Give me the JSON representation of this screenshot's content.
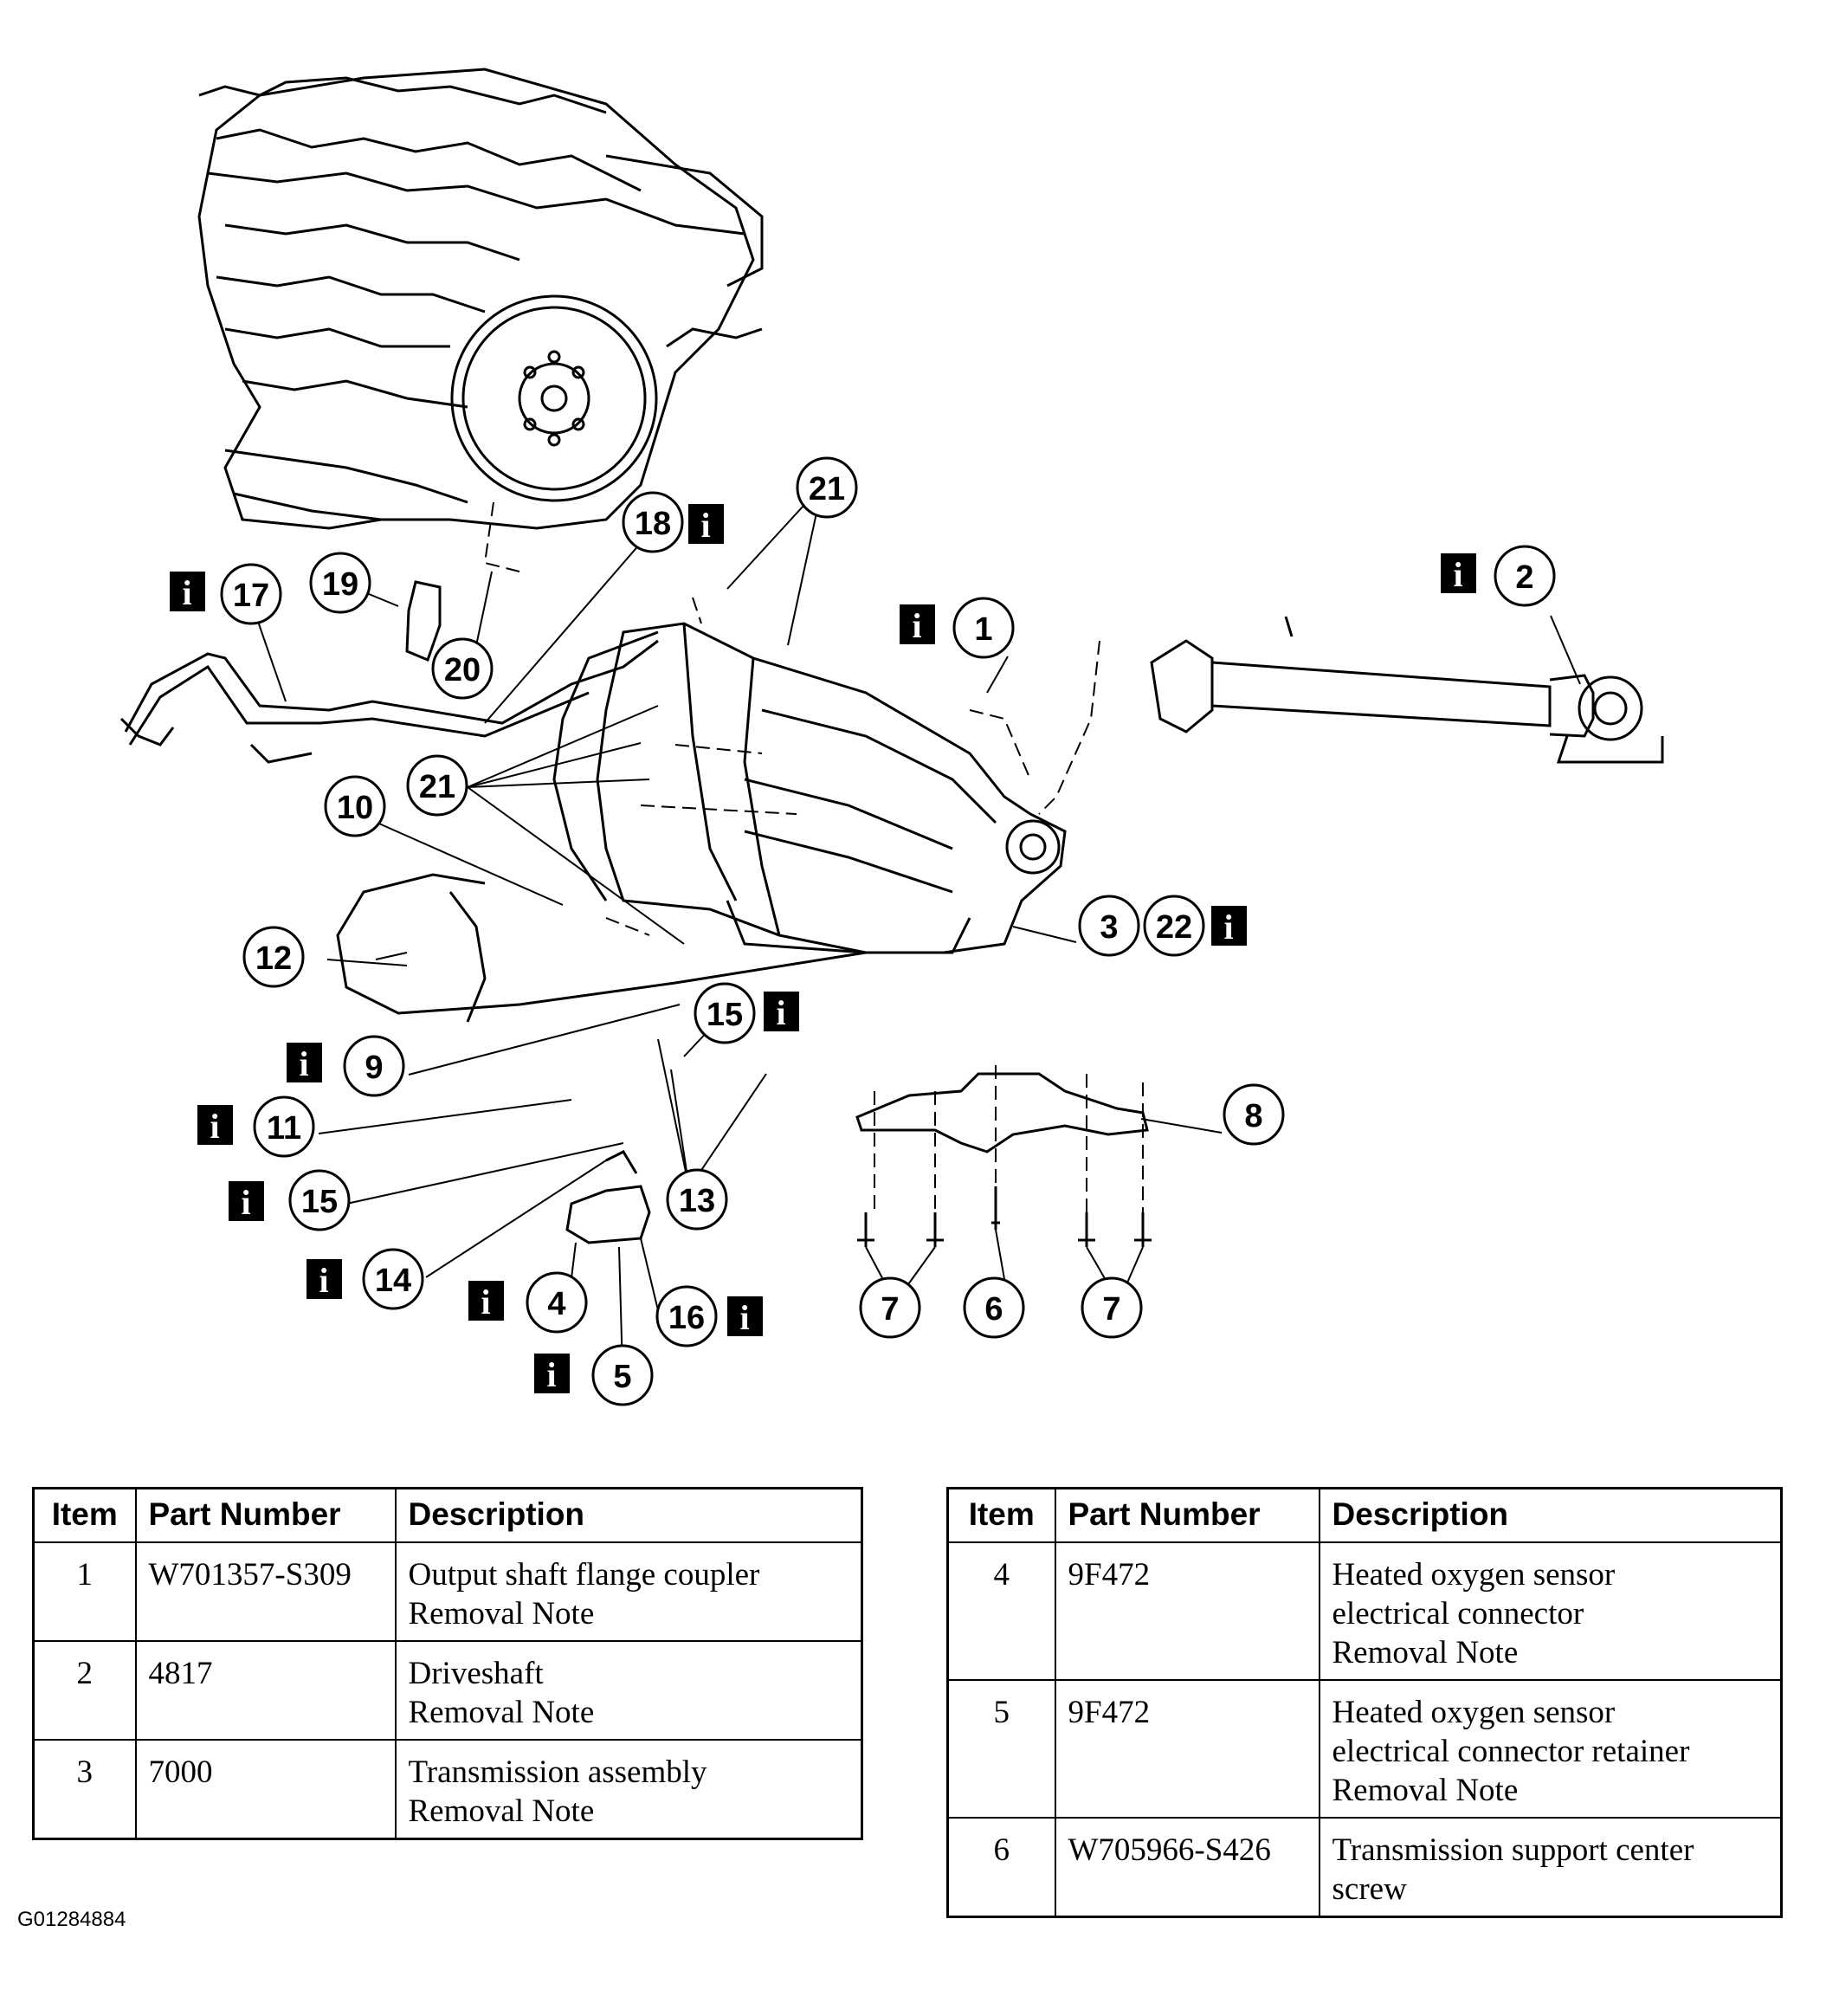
{
  "callouts": [
    {
      "label": "1",
      "info": true
    },
    {
      "label": "2",
      "info": true
    },
    {
      "label": "3",
      "info": false
    },
    {
      "label": "22",
      "info": true
    },
    {
      "label": "4",
      "info": true
    },
    {
      "label": "5",
      "info": true
    },
    {
      "label": "6",
      "info": false
    },
    {
      "label": "7",
      "info": false
    },
    {
      "label": "8",
      "info": false
    },
    {
      "label": "9",
      "info": true
    },
    {
      "label": "10",
      "info": false
    },
    {
      "label": "11",
      "info": true
    },
    {
      "label": "12",
      "info": false
    },
    {
      "label": "13",
      "info": false
    },
    {
      "label": "14",
      "info": true
    },
    {
      "label": "15",
      "info": true
    },
    {
      "label": "16",
      "info": true
    },
    {
      "label": "17",
      "info": true
    },
    {
      "label": "18",
      "info": true
    },
    {
      "label": "19",
      "info": false
    },
    {
      "label": "20",
      "info": false
    },
    {
      "label": "21",
      "info": false
    }
  ],
  "info_glyph": "i",
  "table_headers": {
    "item": "Item",
    "part_number": "Part Number",
    "description": "Description"
  },
  "parts_left": [
    {
      "item": "1",
      "part_number": "W701357-S309",
      "description": [
        "Output shaft flange coupler",
        "Removal Note"
      ]
    },
    {
      "item": "2",
      "part_number": "4817",
      "description": [
        "Driveshaft",
        "Removal Note"
      ]
    },
    {
      "item": "3",
      "part_number": "7000",
      "description": [
        "Transmission assembly",
        "Removal Note"
      ]
    }
  ],
  "parts_right": [
    {
      "item": "4",
      "part_number": "9F472",
      "description": [
        "Heated oxygen sensor",
        "electrical connector",
        "Removal Note"
      ]
    },
    {
      "item": "5",
      "part_number": "9F472",
      "description": [
        "Heated oxygen sensor",
        "electrical connector retainer",
        "Removal Note"
      ]
    },
    {
      "item": "6",
      "part_number": "W705966-S426",
      "description": [
        "Transmission support center",
        "screw"
      ]
    }
  ],
  "figure_id": "G01284884"
}
